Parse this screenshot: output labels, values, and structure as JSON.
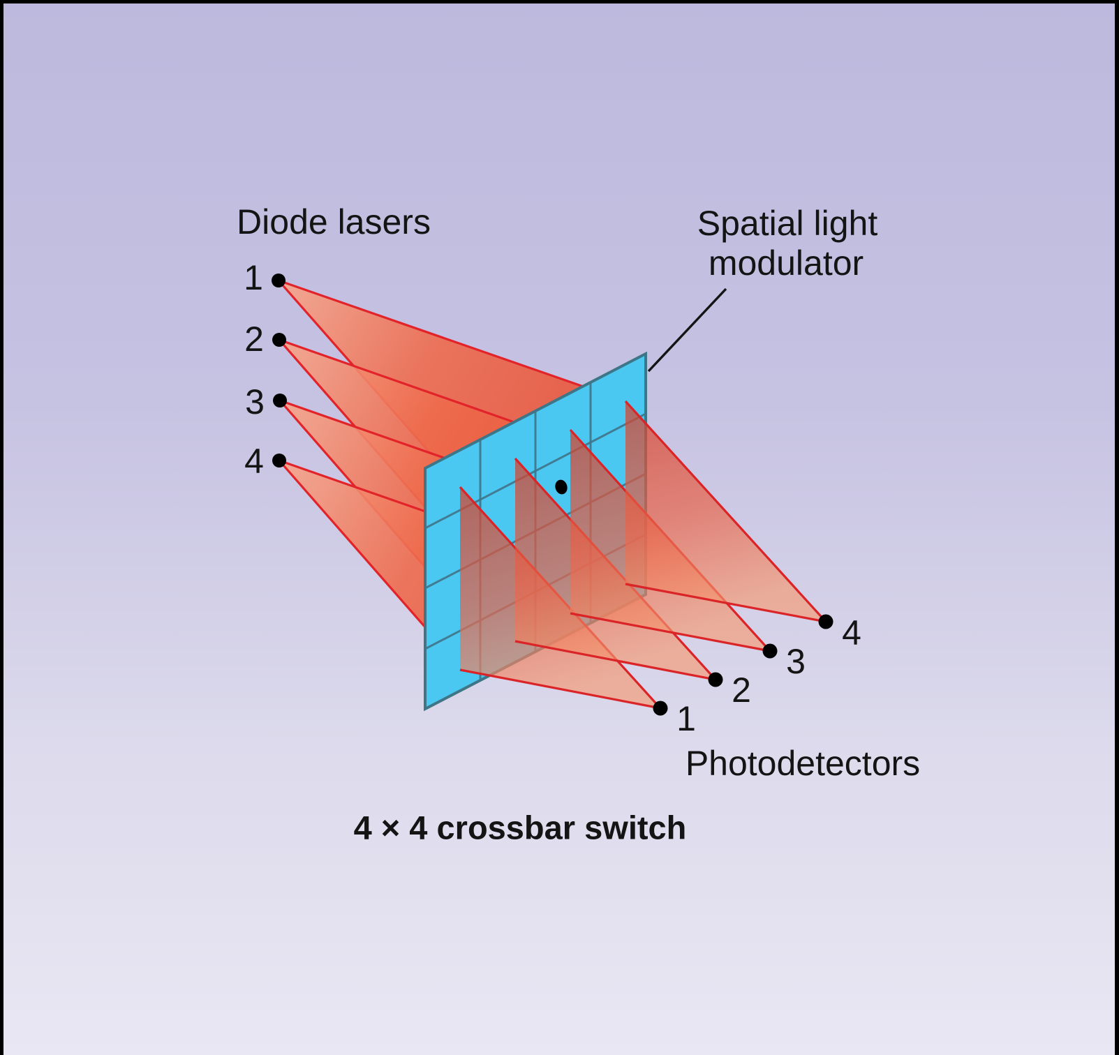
{
  "figure": {
    "caption": "4 × 4 crossbar switch"
  },
  "annotations": {
    "diode_lasers": "Diode lasers",
    "spatial_light_modulator": [
      "Spatial light",
      "modulator"
    ],
    "photodetectors": "Photodetectors"
  },
  "diode_lasers": {
    "items": [
      "1",
      "2",
      "3",
      "4"
    ]
  },
  "photodetectors": {
    "items": [
      "1",
      "2",
      "3",
      "4"
    ]
  },
  "spatial_light_modulator": {
    "grid_rows": 4,
    "grid_cols": 4,
    "marked_cell_dot": true
  },
  "colors": {
    "background_top": "#bdb9de",
    "background_bottom": "#e9e7f3",
    "frame": "#000000",
    "beam_edge": "#e2232a",
    "beam_fill": "#ee6b4e",
    "panel_fill": "#4ac8f2",
    "panel_border": "#3e7587",
    "text": "#141414",
    "dot": "#000000"
  }
}
